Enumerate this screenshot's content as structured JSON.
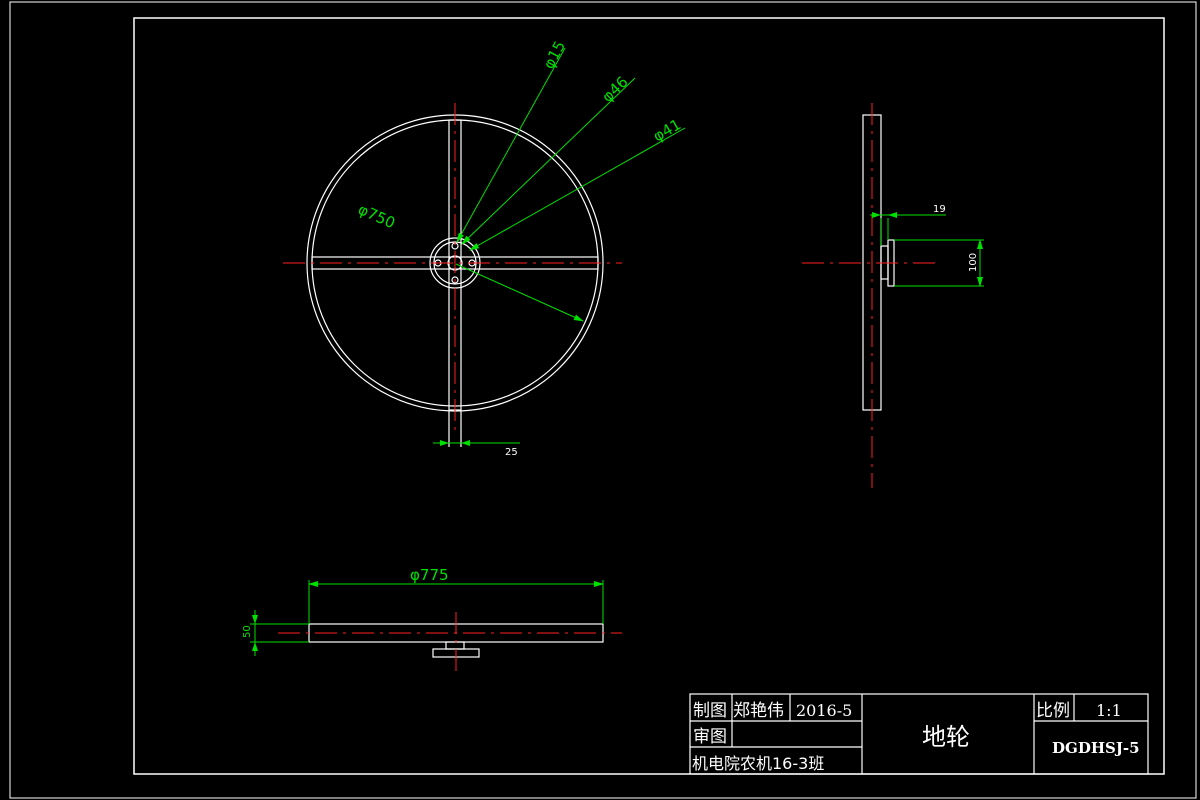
{
  "drawing": {
    "dimensions": {
      "dia_15": "φ15",
      "dia_46": "φ46",
      "dia_41": "φ41",
      "dia_750": "φ750",
      "spoke_width": "25",
      "hub_offset": "19",
      "hub_length": "100",
      "dia_775": "φ775",
      "rim_width": "50"
    },
    "colors": {
      "background": "#000000",
      "outline": "#ffffff",
      "centerline": "#ff2020",
      "dimension": "#00e000"
    }
  },
  "title_block": {
    "drafter_label": "制图",
    "drafter_name": "郑艳伟",
    "date": "2016-5",
    "reviewer_label": "审图",
    "school": "机电院农机16-3班",
    "part_name": "地轮",
    "scale_label": "比例",
    "scale_value": "1:1",
    "drawing_number": "DGDHSJ-5"
  }
}
